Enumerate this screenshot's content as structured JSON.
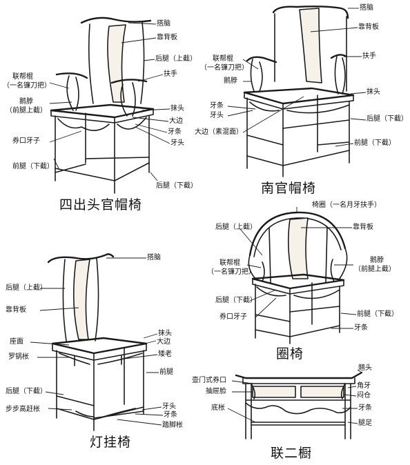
{
  "chairs": {
    "sichutou": {
      "title": "四出头官帽椅",
      "labels": {
        "danao": "搭脑",
        "kaobeiban": "靠背板",
        "houtui_shang": "后腿（上截）",
        "fushou": "扶手",
        "lianbangun": "联帮棍",
        "lianbangun_alias": "（一名镰刀把）",
        "ebo": "鹅脖",
        "ebo_alias": "（前腿上截）",
        "motou": "抹头",
        "dabian": "大边",
        "yatiao": "牙条",
        "yatou": "牙头",
        "juankou_yazi": "券口牙子",
        "qiantui_xia": "前腿（下截）",
        "houtui_xia": "后腿（下截）"
      }
    },
    "nanguan": {
      "title": "南官帽椅",
      "labels": {
        "danao": "搭脑",
        "kaobeiban": "靠背板",
        "lianbangun": "联帮棍",
        "lianbangun_alias": "（一名镰刀把）",
        "fushou": "扶手",
        "ebo": "鹅脖",
        "motou": "抹头",
        "yatiao": "牙条",
        "yatou": "牙头",
        "houtui_xia": "后腿（下截）",
        "dabian": "大边（素混面）",
        "qiantui_xia": "前腿（下截）"
      }
    },
    "quanyi": {
      "title": "圈椅",
      "labels": {
        "yiquan": "椅圈（一名月牙扶手）",
        "houtui_shang": "后腿（上截）",
        "kaobeiban": "靠背板",
        "lianbangun": "联帮棍",
        "lianbangun_alias": "（一名镰刀把）",
        "ebo": "鹅脖",
        "ebo_alias": "（前腿上截）",
        "houtui_xia": "后腿（下截）",
        "juankou_yazi": "券口牙子",
        "qiantui_xia": "前腿（下截）",
        "yatiao": "牙条"
      }
    },
    "dengguayi": {
      "title": "灯挂椅",
      "labels": {
        "danao": "搭脑",
        "houtui_shang": "后腿（上截）",
        "kaobeiban": "靠背板",
        "motou": "抹头",
        "dabian": "大边",
        "zuomian": "座面",
        "luoguocheng": "罗锅枨",
        "ailao": "矮老",
        "qiantui": "前腿",
        "houtui_xia": "后腿（下截）",
        "yatou": "牙头",
        "yatiao": "牙条",
        "bubugaogancheng": "步步高赶枨",
        "tajiaocheng": "踏脚枨"
      }
    },
    "lianerchu": {
      "title": "联二橱",
      "labels": {
        "qiaotou": "翘头",
        "humenshi_juankou": "壶门式券口",
        "jiaoya": "角牙",
        "choutilian": "抽屉脸",
        "mencang": "闷仓",
        "dikuang": "底枨",
        "yatiao": "牙条",
        "tuizu": "腿足"
      }
    }
  }
}
